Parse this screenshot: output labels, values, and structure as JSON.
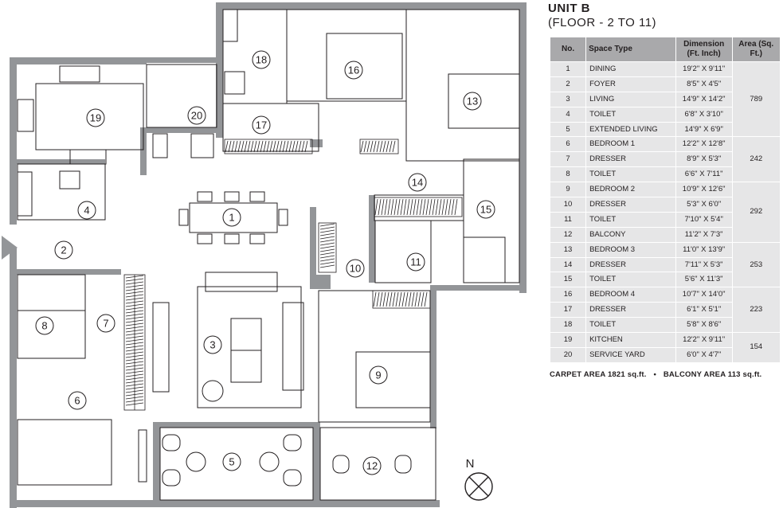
{
  "header": {
    "unit": "UNIT B",
    "floor": "(FLOOR - 2 TO 11)"
  },
  "table": {
    "headers": {
      "no": "No.",
      "space": "Space Type",
      "dimension": "Dimension (Ft. Inch)",
      "area": "Area (Sq. Ft.)"
    },
    "rows": [
      {
        "no": "1",
        "space": "DINING",
        "dim": "19'2\" X 9'11\""
      },
      {
        "no": "2",
        "space": "FOYER",
        "dim": "8'5\" X 4'5\""
      },
      {
        "no": "3",
        "space": "LIVING",
        "dim": "14'9\" X 14'2\""
      },
      {
        "no": "4",
        "space": "TOILET",
        "dim": "6'8\" X 3'10\""
      },
      {
        "no": "5",
        "space": "EXTENDED LIVING",
        "dim": "14'9\" X 6'9\""
      },
      {
        "no": "6",
        "space": "BEDROOM 1",
        "dim": "12'2\" X 12'8\""
      },
      {
        "no": "7",
        "space": "DRESSER",
        "dim": "8'9\" X 5'3\""
      },
      {
        "no": "8",
        "space": "TOILET",
        "dim": "6'6\" X 7'11\""
      },
      {
        "no": "9",
        "space": "BEDROOM 2",
        "dim": "10'9\" X 12'6\""
      },
      {
        "no": "10",
        "space": "DRESSER",
        "dim": "5'3\" X 6'0\""
      },
      {
        "no": "11",
        "space": "TOILET",
        "dim": "7'10\" X 5'4\""
      },
      {
        "no": "12",
        "space": "BALCONY",
        "dim": "11'2\" X 7'3\""
      },
      {
        "no": "13",
        "space": "BEDROOM 3",
        "dim": "11'0\" X 13'9\""
      },
      {
        "no": "14",
        "space": "DRESSER",
        "dim": "7'11\" X 5'3\""
      },
      {
        "no": "15",
        "space": "TOILET",
        "dim": "5'6\" X 11'3\""
      },
      {
        "no": "16",
        "space": "BEDROOM 4",
        "dim": "10'7\" X 14'0\""
      },
      {
        "no": "17",
        "space": "DRESSER",
        "dim": "6'1\" X 5'1\""
      },
      {
        "no": "18",
        "space": "TOILET",
        "dim": "5'8\" X 8'6\""
      },
      {
        "no": "19",
        "space": "KITCHEN",
        "dim": "12'2\" X 9'11\""
      },
      {
        "no": "20",
        "space": "SERVICE YARD",
        "dim": "6'0\" X 4'7\""
      }
    ],
    "area_groups": [
      "789",
      "242",
      "292",
      "253",
      "223",
      "154"
    ]
  },
  "summary": {
    "carpet": "CARPET AREA 1821 sq.ft.",
    "separator": "•",
    "balcony": "BALCONY AREA 113 sq.ft."
  },
  "plan": {
    "north": "N",
    "room_numbers": [
      "1",
      "2",
      "3",
      "4",
      "5",
      "6",
      "7",
      "8",
      "9",
      "10",
      "11",
      "12",
      "13",
      "14",
      "15",
      "16",
      "17",
      "18",
      "19",
      "20"
    ]
  },
  "colors": {
    "wall": "#939598",
    "line": "#231f20",
    "table_header": "#a9a9ab",
    "table_cell": "#e6e6e7"
  }
}
